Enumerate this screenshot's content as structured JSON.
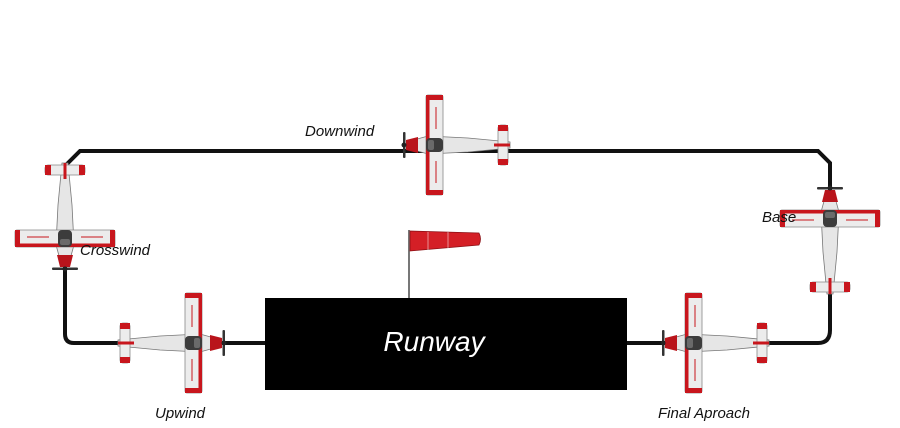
{
  "diagram": {
    "runway_label": "Runway",
    "legs": {
      "downwind": "Downwind",
      "crosswind": "Crosswind",
      "base": "Base",
      "upwind": "Upwind",
      "final": "Final Aproach"
    }
  },
  "colors": {
    "pattern_line": "#111111",
    "runway": "#000000",
    "aircraft_red": "#c8161d",
    "aircraft_body": "#e9e9e9",
    "windsock": "#d41f26"
  },
  "icons": [
    "airplane-icon",
    "windsock-icon"
  ]
}
